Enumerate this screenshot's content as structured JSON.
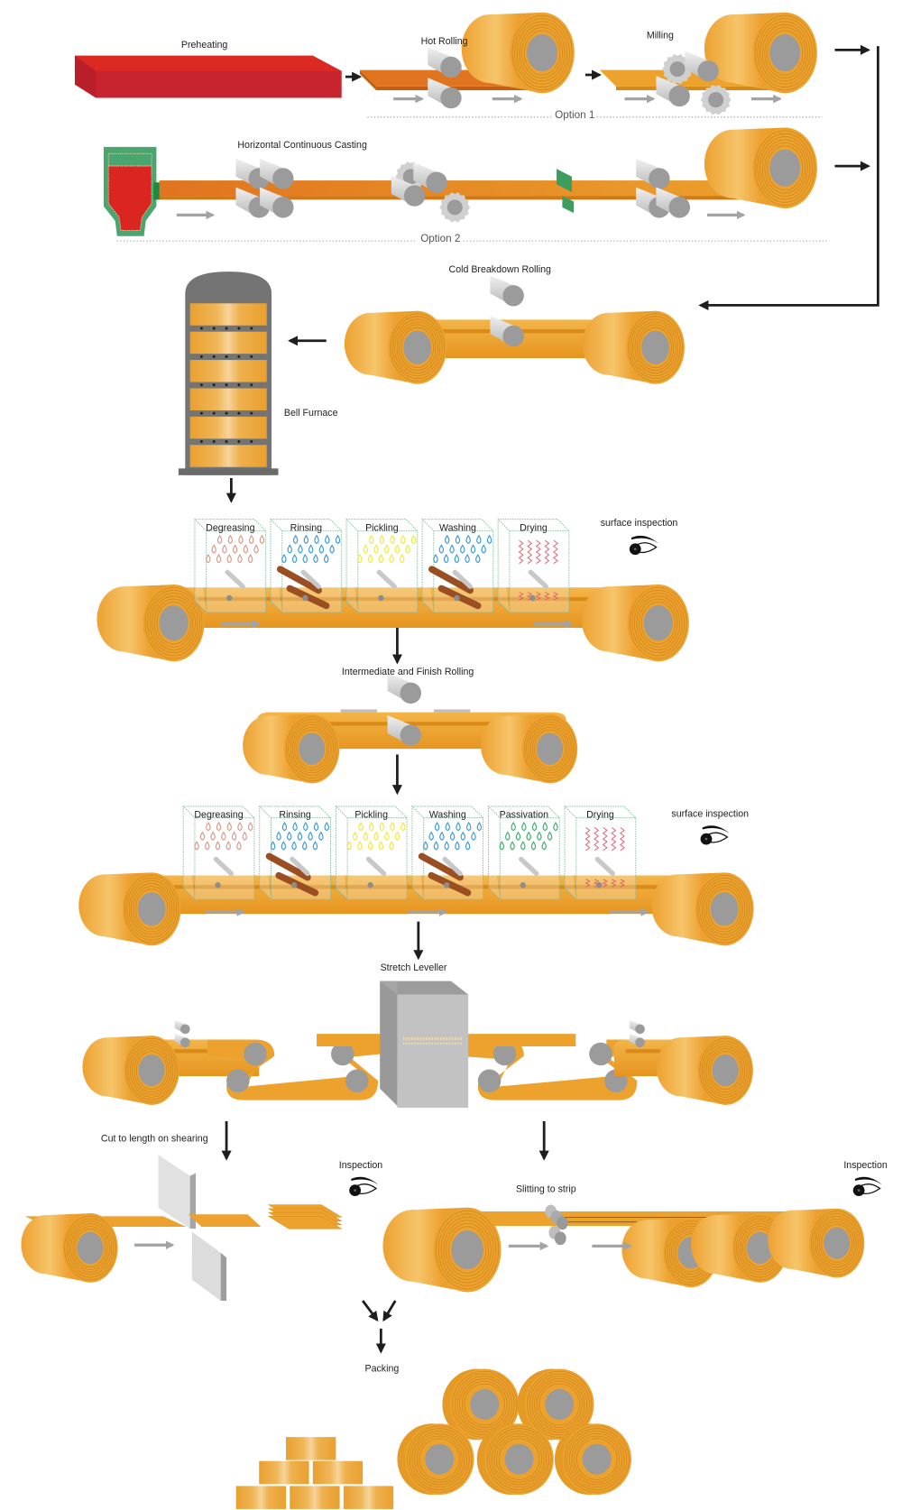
{
  "title": "Copper / brass strip production process flow",
  "colors": {
    "strip": "#eca22d",
    "strip_dark": "#d98a18",
    "hot_strip": "#e0741f",
    "slab": "#d92329",
    "roll_grey": "#9b9b9b",
    "roll_light": "#d6d6d6",
    "furnace_grey": "#747474",
    "caster_green": "#4aa56f",
    "arrow_black": "#1e1e1e",
    "arrow_grey": "#a3a3a3",
    "drop_degreasing": "#d89a88",
    "drop_rinsing": "#3c9bd6",
    "drop_pickling": "#f1ea3b",
    "drop_washing": "#3c9bd6",
    "drop_passivation": "#3fae6c",
    "waves_drying": "#e0606c"
  },
  "option1": {
    "label": "Option 1",
    "steps": [
      {
        "name": "preheating",
        "label": "Preheating"
      },
      {
        "name": "hot-rolling",
        "label": "Hot Rolling"
      },
      {
        "name": "milling",
        "label": "Milling"
      }
    ]
  },
  "option2": {
    "label": "Option 2",
    "steps": [
      {
        "name": "horizontal-continuous-casting",
        "label": "Horizontal Continuous Casting"
      }
    ]
  },
  "cold_breakdown": {
    "label": "Cold Breakdown Rolling"
  },
  "bell_furnace": {
    "label": "Bell Furnace"
  },
  "cleaning_line_1": {
    "tanks": [
      {
        "label": "Degreasing",
        "effect": "drops",
        "color_key": "drop_degreasing"
      },
      {
        "label": "Rinsing",
        "effect": "drops",
        "color_key": "drop_rinsing"
      },
      {
        "label": "Pickling",
        "effect": "drops",
        "color_key": "drop_pickling"
      },
      {
        "label": "Washing",
        "effect": "drops",
        "color_key": "drop_washing"
      },
      {
        "label": "Drying",
        "effect": "waves",
        "color_key": "waves_drying"
      }
    ],
    "inspection_label": "surface inspection"
  },
  "intermediate_rolling": {
    "label": "Intermediate and Finish Rolling"
  },
  "cleaning_line_2": {
    "tanks": [
      {
        "label": "Degreasing",
        "effect": "drops",
        "color_key": "drop_degreasing"
      },
      {
        "label": "Rinsing",
        "effect": "drops",
        "color_key": "drop_rinsing"
      },
      {
        "label": "Pickling",
        "effect": "drops",
        "color_key": "drop_pickling"
      },
      {
        "label": "Washing",
        "effect": "drops",
        "color_key": "drop_washing"
      },
      {
        "label": "Passivation",
        "effect": "drops",
        "color_key": "drop_passivation"
      },
      {
        "label": "Drying",
        "effect": "waves",
        "color_key": "waves_drying"
      }
    ],
    "inspection_label": "surface inspection"
  },
  "stretch_leveller": {
    "label": "Stretch Leveller"
  },
  "cut_to_length": {
    "label": "Cut to length on shearing",
    "inspection_label": "Inspection"
  },
  "slitting": {
    "label": "Slitting to strip",
    "inspection_label": "Inspection"
  },
  "packing": {
    "label": "Packing"
  }
}
